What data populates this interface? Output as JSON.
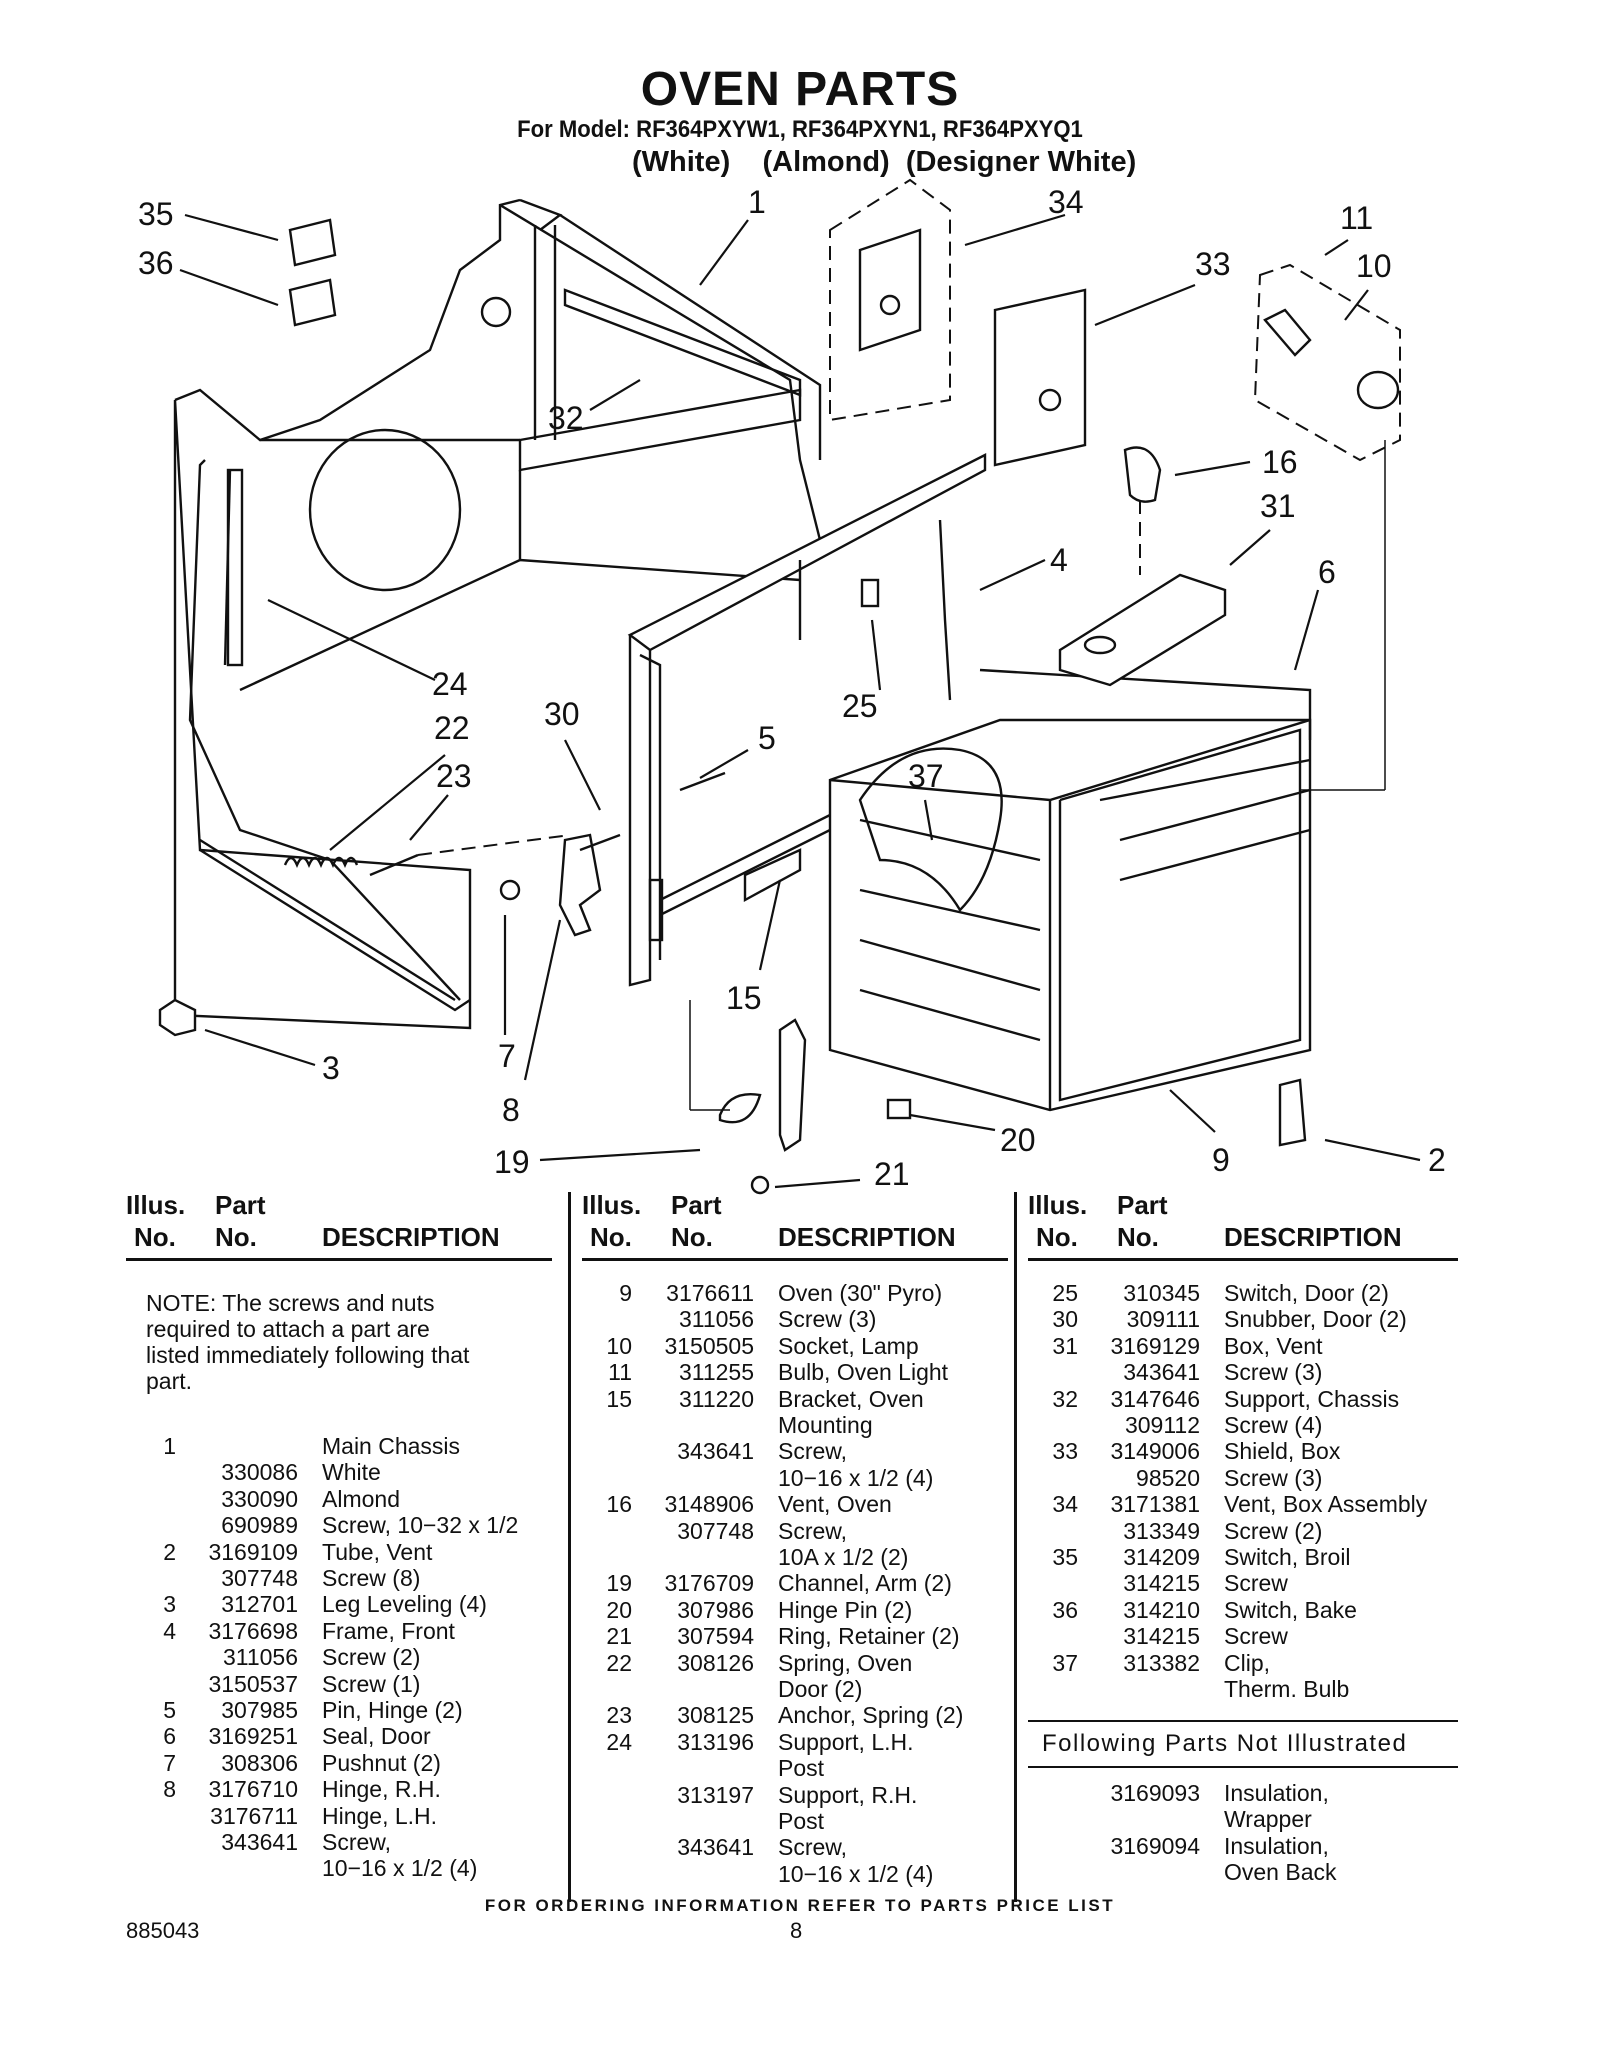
{
  "header": {
    "title": "OVEN PARTS",
    "model_line": "For Model: RF364PXYW1, RF364PXYN1, RF364PXYQ1",
    "colors": "(White)    (Almond)  (Designer White)"
  },
  "callouts": [
    "35",
    "36",
    "1",
    "34",
    "11",
    "10",
    "33",
    "32",
    "16",
    "31",
    "4",
    "6",
    "24",
    "22",
    "30",
    "25",
    "5",
    "23",
    "37",
    "15",
    "3",
    "7",
    "8",
    "20",
    "19",
    "21",
    "9",
    "2"
  ],
  "table_headers": {
    "illus": "Illus.",
    "no": "No.",
    "part": "Part",
    "part_no": "No.",
    "description": "DESCRIPTION"
  },
  "note": "NOTE: The screws and nuts required to attach a part are listed immediately following that part.",
  "columns": [
    [
      {
        "illus": "1",
        "part": "",
        "desc": "Main Chassis"
      },
      {
        "illus": "",
        "part": "330086",
        "desc": "White"
      },
      {
        "illus": "",
        "part": "330090",
        "desc": "Almond"
      },
      {
        "illus": "",
        "part": "690989",
        "desc": "Screw, 10−32 x 1/2"
      },
      {
        "illus": "2",
        "part": "3169109",
        "desc": "Tube, Vent"
      },
      {
        "illus": "",
        "part": "307748",
        "desc": "Screw (8)"
      },
      {
        "illus": "3",
        "part": "312701",
        "desc": "Leg Leveling (4)"
      },
      {
        "illus": "4",
        "part": "3176698",
        "desc": "Frame, Front"
      },
      {
        "illus": "",
        "part": "311056",
        "desc": "Screw (2)"
      },
      {
        "illus": "",
        "part": "3150537",
        "desc": "Screw (1)"
      },
      {
        "illus": "5",
        "part": "307985",
        "desc": "Pin, Hinge (2)"
      },
      {
        "illus": "6",
        "part": "3169251",
        "desc": "Seal, Door"
      },
      {
        "illus": "7",
        "part": "308306",
        "desc": "Pushnut (2)"
      },
      {
        "illus": "8",
        "part": "3176710",
        "desc": "Hinge, R.H."
      },
      {
        "illus": "",
        "part": "3176711",
        "desc": "Hinge, L.H."
      },
      {
        "illus": "",
        "part": "343641",
        "desc": "Screw,"
      },
      {
        "illus": "",
        "part": "",
        "desc": "10−16 x 1/2 (4)"
      }
    ],
    [
      {
        "illus": "9",
        "part": "3176611",
        "desc": "Oven (30\" Pyro)"
      },
      {
        "illus": "",
        "part": "311056",
        "desc": "Screw (3)"
      },
      {
        "illus": "10",
        "part": "3150505",
        "desc": "Socket, Lamp"
      },
      {
        "illus": "11",
        "part": "311255",
        "desc": "Bulb, Oven Light"
      },
      {
        "illus": "15",
        "part": "311220",
        "desc": "Bracket, Oven"
      },
      {
        "illus": "",
        "part": "",
        "desc": "Mounting"
      },
      {
        "illus": "",
        "part": "343641",
        "desc": "Screw,"
      },
      {
        "illus": "",
        "part": "",
        "desc": "10−16 x 1/2 (4)"
      },
      {
        "illus": "16",
        "part": "3148906",
        "desc": "Vent, Oven"
      },
      {
        "illus": "",
        "part": "307748",
        "desc": "Screw,"
      },
      {
        "illus": "",
        "part": "",
        "desc": "10A x 1/2 (2)"
      },
      {
        "illus": "19",
        "part": "3176709",
        "desc": "Channel, Arm (2)"
      },
      {
        "illus": "20",
        "part": "307986",
        "desc": "Hinge Pin (2)"
      },
      {
        "illus": "21",
        "part": "307594",
        "desc": "Ring, Retainer (2)"
      },
      {
        "illus": "22",
        "part": "308126",
        "desc": "Spring, Oven"
      },
      {
        "illus": "",
        "part": "",
        "desc": "Door (2)"
      },
      {
        "illus": "23",
        "part": "308125",
        "desc": "Anchor, Spring (2)"
      },
      {
        "illus": "24",
        "part": "313196",
        "desc": "Support, L.H."
      },
      {
        "illus": "",
        "part": "",
        "desc": "Post"
      },
      {
        "illus": "",
        "part": "313197",
        "desc": "Support, R.H."
      },
      {
        "illus": "",
        "part": "",
        "desc": "Post"
      },
      {
        "illus": "",
        "part": "343641",
        "desc": "Screw,"
      },
      {
        "illus": "",
        "part": "",
        "desc": "10−16 x 1/2 (4)"
      }
    ],
    [
      {
        "illus": "25",
        "part": "310345",
        "desc": "Switch, Door (2)"
      },
      {
        "illus": "30",
        "part": "309111",
        "desc": "Snubber, Door (2)"
      },
      {
        "illus": "31",
        "part": "3169129",
        "desc": "Box, Vent"
      },
      {
        "illus": "",
        "part": "343641",
        "desc": "Screw (3)"
      },
      {
        "illus": "32",
        "part": "3147646",
        "desc": "Support, Chassis"
      },
      {
        "illus": "",
        "part": "309112",
        "desc": "Screw (4)"
      },
      {
        "illus": "33",
        "part": "3149006",
        "desc": "Shield, Box"
      },
      {
        "illus": "",
        "part": "98520",
        "desc": "Screw (3)"
      },
      {
        "illus": "34",
        "part": "3171381",
        "desc": "Vent, Box Assembly"
      },
      {
        "illus": "",
        "part": "313349",
        "desc": "Screw (2)"
      },
      {
        "illus": "35",
        "part": "314209",
        "desc": "Switch, Broil"
      },
      {
        "illus": "",
        "part": "314215",
        "desc": "Screw"
      },
      {
        "illus": "36",
        "part": "314210",
        "desc": "Switch, Bake"
      },
      {
        "illus": "",
        "part": "314215",
        "desc": "Screw"
      },
      {
        "illus": "37",
        "part": "313382",
        "desc": "Clip,"
      },
      {
        "illus": "",
        "part": "",
        "desc": "Therm. Bulb"
      }
    ]
  ],
  "not_illustrated": {
    "heading": "Following Parts Not Illustrated",
    "rows": [
      {
        "illus": "",
        "part": "3169093",
        "desc": "Insulation,"
      },
      {
        "illus": "",
        "part": "",
        "desc": "Wrapper"
      },
      {
        "illus": "",
        "part": "3169094",
        "desc": "Insulation,"
      },
      {
        "illus": "",
        "part": "",
        "desc": "Oven Back"
      }
    ]
  },
  "footer": {
    "ordering": "FOR ORDERING INFORMATION REFER TO PARTS PRICE LIST",
    "doc_number": "885043",
    "page": "8"
  }
}
